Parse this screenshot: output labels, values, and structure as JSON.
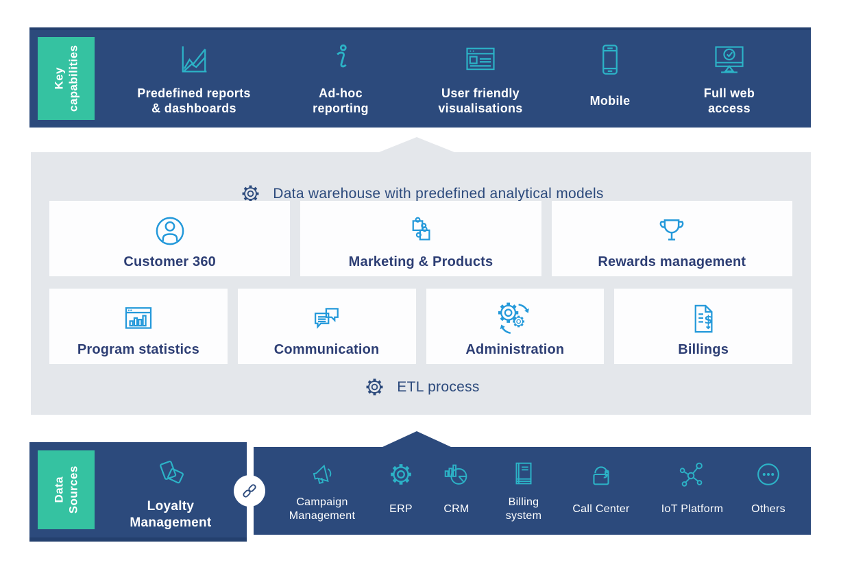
{
  "colors": {
    "navy": "#2c4a7c",
    "navy_dark": "#24406e",
    "green": "#35c2a1",
    "teal_icon": "#2cb3c7",
    "blue_icon": "#2499da",
    "gray_panel": "#e4e7eb",
    "card_bg": "#fdfdfe",
    "card_text": "#2d3e74",
    "white": "#ffffff"
  },
  "key_capabilities": {
    "label_lines": [
      "Key",
      "capabilities"
    ],
    "items": [
      {
        "icon": "line-chart-icon",
        "label_line1": "Predefined reports",
        "label_line2": "& dashboards"
      },
      {
        "icon": "info-icon",
        "label_line1": "Ad-hoc",
        "label_line2": "reporting"
      },
      {
        "icon": "browser-window-icon",
        "label_line1": "User friendly",
        "label_line2": "visualisations"
      },
      {
        "icon": "smartphone-icon",
        "label_line1": "Mobile",
        "label_line2": ""
      },
      {
        "icon": "monitor-check-icon",
        "label_line1": "Full web",
        "label_line2": "access"
      }
    ]
  },
  "warehouse": {
    "title": "Data warehouse with predefined analytical models",
    "etl_label": "ETL process",
    "row1": [
      {
        "icon": "user-circle-icon",
        "label": "Customer 360"
      },
      {
        "icon": "puzzle-icon",
        "label": "Marketing & Products"
      },
      {
        "icon": "trophy-icon",
        "label": "Rewards management"
      }
    ],
    "row2": [
      {
        "icon": "stats-window-icon",
        "label": "Program statistics"
      },
      {
        "icon": "chat-bubbles-icon",
        "label": "Communication"
      },
      {
        "icon": "gears-sync-icon",
        "label": "Administration"
      },
      {
        "icon": "invoice-icon",
        "label": "Billings"
      }
    ]
  },
  "data_sources": {
    "label_lines": [
      "Data",
      "Sources"
    ],
    "primary": {
      "icon": "loyalty-cards-icon",
      "label_line1": "Loyalty",
      "label_line2": "Management"
    },
    "connector_icon": "link-icon",
    "items": [
      {
        "icon": "megaphone-icon",
        "label_line1": "Campaign",
        "label_line2": "Management"
      },
      {
        "icon": "gear-icon",
        "label_line1": "ERP",
        "label_line2": ""
      },
      {
        "icon": "chart-pie-icon",
        "label_line1": "CRM",
        "label_line2": ""
      },
      {
        "icon": "ledger-icon",
        "label_line1": "Billing",
        "label_line2": "system"
      },
      {
        "icon": "headset-icon",
        "label_line1": "Call Center",
        "label_line2": ""
      },
      {
        "icon": "iot-network-icon",
        "label_line1": "IoT Platform",
        "label_line2": ""
      },
      {
        "icon": "ellipsis-circle-icon",
        "label_line1": "Others",
        "label_line2": ""
      }
    ]
  }
}
